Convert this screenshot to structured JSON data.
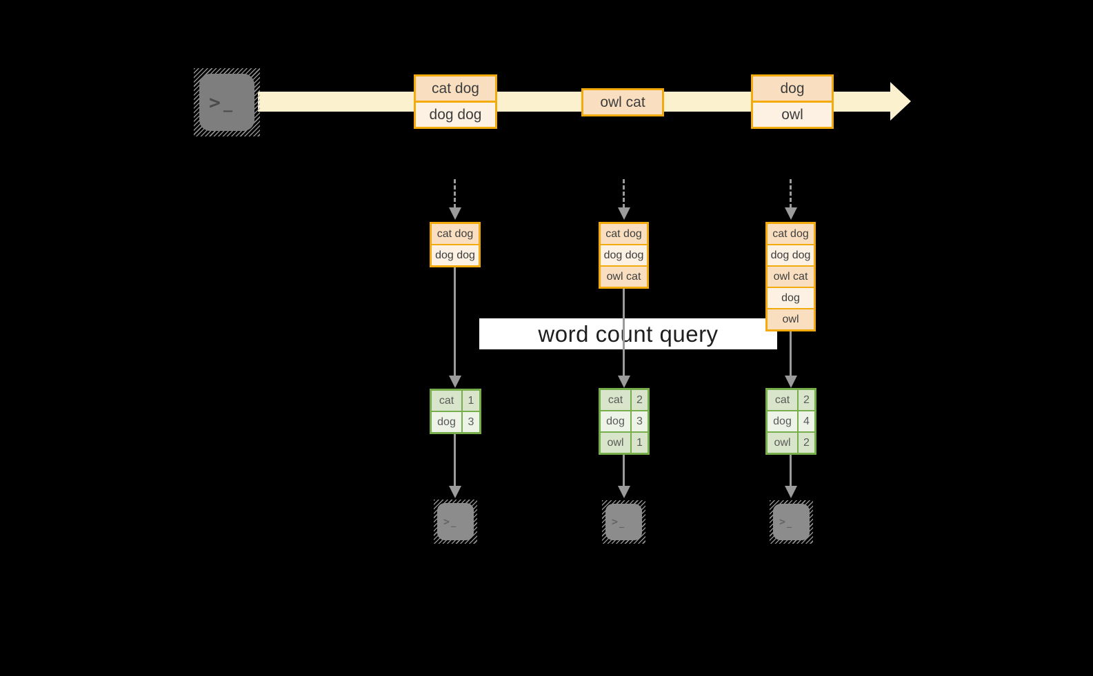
{
  "query_label": "word count query",
  "stream_events": [
    {
      "rows": [
        "cat dog",
        "dog dog"
      ]
    },
    {
      "rows": [
        "owl cat"
      ]
    },
    {
      "rows": [
        "dog",
        "owl"
      ]
    }
  ],
  "state_batches": [
    {
      "rows": [
        "cat dog",
        "dog dog"
      ]
    },
    {
      "rows": [
        "cat dog",
        "dog dog",
        "owl cat"
      ]
    },
    {
      "rows": [
        "cat dog",
        "dog dog",
        "owl cat",
        "dog",
        "owl"
      ]
    }
  ],
  "result_tables": [
    {
      "rows": [
        {
          "word": "cat",
          "count": "1"
        },
        {
          "word": "dog",
          "count": "3"
        }
      ]
    },
    {
      "rows": [
        {
          "word": "cat",
          "count": "2"
        },
        {
          "word": "dog",
          "count": "3"
        },
        {
          "word": "owl",
          "count": "1"
        }
      ]
    },
    {
      "rows": [
        {
          "word": "cat",
          "count": "2"
        },
        {
          "word": "dog",
          "count": "4"
        },
        {
          "word": "owl",
          "count": "2"
        }
      ]
    }
  ],
  "terminal": {
    "prompt": ">",
    "cursor": "_"
  },
  "colors": {
    "gold": "#F2AA0C",
    "peach": "#F9DFC0",
    "cream": "#FCF1E2",
    "stream": "#FBF1CF",
    "green": "#76AE4B",
    "green_dark": "#D9E5CB",
    "green_light": "#EEF3E8",
    "arrow_gray": "#9B9B9B",
    "band_bg": "#FFFFFF",
    "text_dark": "#3D3D3D"
  }
}
